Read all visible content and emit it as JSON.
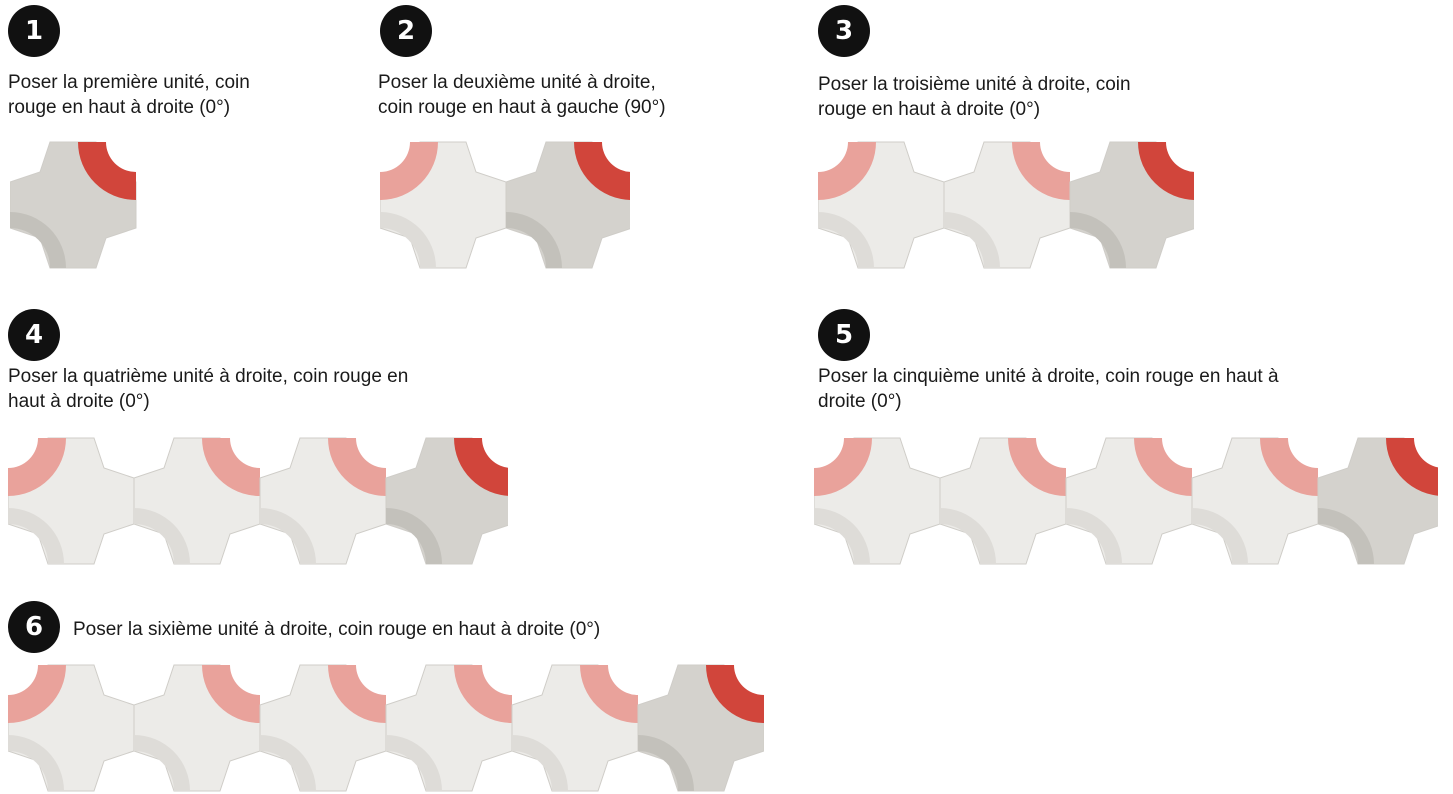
{
  "steps": [
    {
      "number": "1",
      "text_lines": [
        "Poser la première unité, coin",
        "rouge en haut à droite (0°)"
      ],
      "units": [
        "0"
      ]
    },
    {
      "number": "2",
      "text_lines": [
        "Poser la deuxième unité à droite,",
        "coin rouge en haut à gauche (90°)"
      ],
      "units": [
        "90",
        "0"
      ]
    },
    {
      "number": "3",
      "text_lines": [
        "Poser la troisième unité à droite, coin",
        "rouge en haut à droite (0°)"
      ],
      "units": [
        "90",
        "0",
        "0"
      ]
    },
    {
      "number": "4",
      "text_lines": [
        "Poser la quatrième unité à droite, coin rouge en",
        "haut à droite (0°)"
      ],
      "units": [
        "90",
        "0",
        "0",
        "0"
      ]
    },
    {
      "number": "5",
      "text_lines": [
        "Poser la cinquième unité à droite, coin rouge en haut à",
        "droite (0°)"
      ],
      "units": [
        "90",
        "0",
        "0",
        "0",
        "0"
      ]
    },
    {
      "number": "6",
      "text_lines": [
        "Poser la sixième unité à droite, coin rouge en haut à droite (0°)"
      ],
      "units": [
        "90",
        "0",
        "0",
        "0",
        "0",
        "0"
      ]
    }
  ],
  "colors": {
    "accent_red": "#d1453b",
    "placed_red": "#e9a29b",
    "tile_light": "#ecebe8",
    "tile_new": "#d4d2cd"
  }
}
